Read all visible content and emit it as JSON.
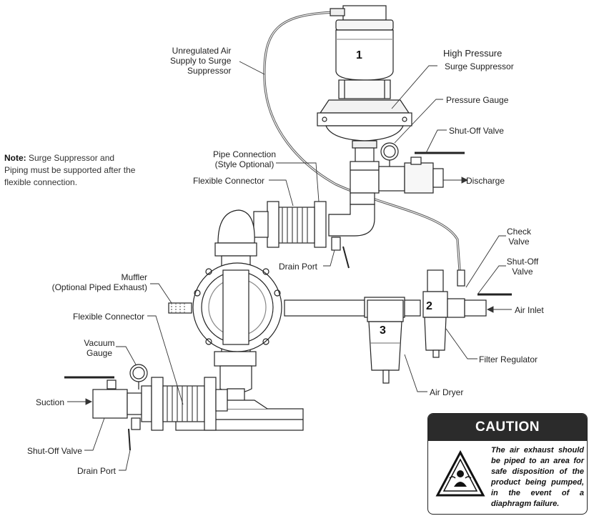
{
  "labels": {
    "unregulated_air": "Unregulated Air\nSupply to Surge\nSuppressor",
    "high_pressure": "High Pressure",
    "surge_suppressor": "Surge Suppressor",
    "pressure_gauge": "Pressure Gauge",
    "shutoff_valve_top": "Shut-Off Valve",
    "discharge": "Discharge",
    "pipe_connection": "Pipe Connection\n(Style Optional)",
    "flexible_connector_top": "Flexible Connector",
    "drain_port_top": "Drain Port",
    "check_valve": "Check\nValve",
    "shutoff_valve_right": "Shut-Off\nValve",
    "air_inlet": "Air Inlet",
    "muffler": "Muffler\n(Optional Piped Exhaust)",
    "flexible_connector_bottom": "Flexible Connector",
    "filter_regulator": "Filter Regulator",
    "vacuum_gauge": "Vacuum\nGauge",
    "suction": "Suction",
    "air_dryer": "Air Dryer",
    "shutoff_valve_bottom": "Shut-Off Valve",
    "drain_port_bottom": "Drain Port"
  },
  "note": {
    "bold": "Note:",
    "text": " Surge Suppressor and Piping must be supported after the flexible connection."
  },
  "numbers": {
    "one": "1",
    "two": "2",
    "three": "3"
  },
  "caution": {
    "title": "CAUTION",
    "text": "The air exhaust should be piped to an area for safe disposition of the product being pumped, in the event of a diaphragm failure."
  }
}
